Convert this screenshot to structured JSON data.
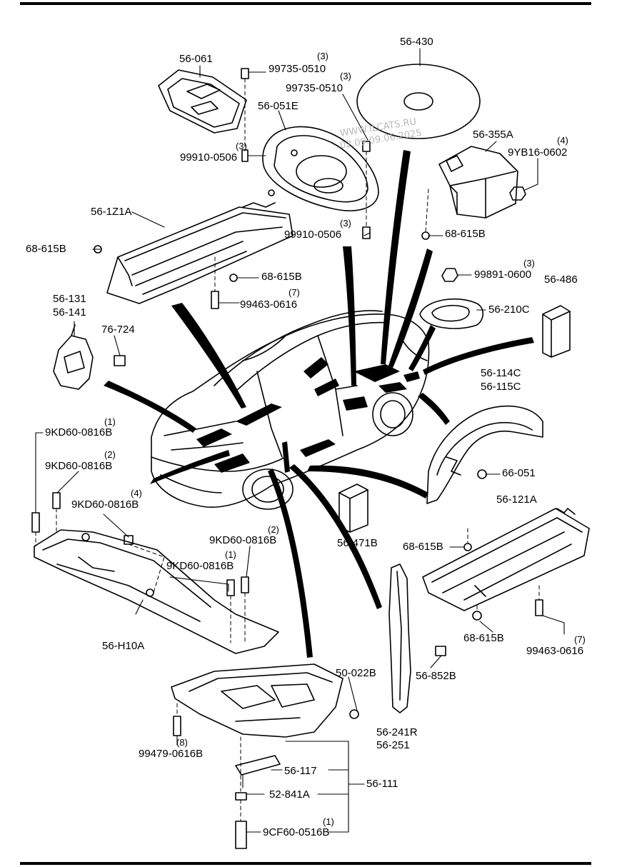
{
  "watermark": {
    "line1": "WWW.ILCATS.RU",
    "line2": "02.09.09.06.2025"
  },
  "parts": [
    {
      "id": "p1",
      "text": "56-061"
    },
    {
      "id": "p2",
      "text": "99735-0510"
    },
    {
      "id": "p3",
      "text": "99735-0510"
    },
    {
      "id": "p4",
      "text": "56-430"
    },
    {
      "id": "p5",
      "text": "56-051E"
    },
    {
      "id": "p6",
      "text": "99910-0506"
    },
    {
      "id": "p7",
      "text": "56-355A"
    },
    {
      "id": "p8",
      "text": "9YB16-0602"
    },
    {
      "id": "p9",
      "text": "56-1Z1A"
    },
    {
      "id": "p10",
      "text": "99910-0506"
    },
    {
      "id": "p11",
      "text": "68-615B"
    },
    {
      "id": "p12",
      "text": "68-615B"
    },
    {
      "id": "p13",
      "text": "68-615B"
    },
    {
      "id": "p14",
      "text": "99891-0600"
    },
    {
      "id": "p15",
      "text": "56-486"
    },
    {
      "id": "p16",
      "text": "99463-0616"
    },
    {
      "id": "p17",
      "text": "56-210C"
    },
    {
      "id": "p18",
      "text": "56-131"
    },
    {
      "id": "p19",
      "text": "56-141"
    },
    {
      "id": "p20",
      "text": "76-724"
    },
    {
      "id": "p21",
      "text": "56-114C"
    },
    {
      "id": "p22",
      "text": "56-115C"
    },
    {
      "id": "p23",
      "text": "9KD60-0816B"
    },
    {
      "id": "p24",
      "text": "9KD60-0816B"
    },
    {
      "id": "p25",
      "text": "66-051"
    },
    {
      "id": "p26",
      "text": "9KD60-0816B"
    },
    {
      "id": "p27",
      "text": "56-121A"
    },
    {
      "id": "p28",
      "text": "9KD60-0816B"
    },
    {
      "id": "p29",
      "text": "56-471B"
    },
    {
      "id": "p30",
      "text": "68-615B"
    },
    {
      "id": "p31",
      "text": "9KD60-0816B"
    },
    {
      "id": "p32",
      "text": "56-H10A"
    },
    {
      "id": "p33",
      "text": "68-615B"
    },
    {
      "id": "p34",
      "text": "99463-0616"
    },
    {
      "id": "p35",
      "text": "56-852B"
    },
    {
      "id": "p36",
      "text": "50-022B"
    },
    {
      "id": "p37",
      "text": "56-241R"
    },
    {
      "id": "p38",
      "text": "56-251"
    },
    {
      "id": "p39",
      "text": "99479-0616B"
    },
    {
      "id": "p40",
      "text": "56-117"
    },
    {
      "id": "p41",
      "text": "56-111"
    },
    {
      "id": "p42",
      "text": "52-841A"
    },
    {
      "id": "p43",
      "text": "9CF60-0516B"
    }
  ],
  "quantities": [
    {
      "id": "q1",
      "text": "(3)"
    },
    {
      "id": "q2",
      "text": "(3)"
    },
    {
      "id": "q3",
      "text": "(3)"
    },
    {
      "id": "q4",
      "text": "(4)"
    },
    {
      "id": "q5",
      "text": "(3)"
    },
    {
      "id": "q6",
      "text": "(3)"
    },
    {
      "id": "q7",
      "text": "(7)"
    },
    {
      "id": "q8",
      "text": "(1)"
    },
    {
      "id": "q9",
      "text": "(2)"
    },
    {
      "id": "q10",
      "text": "(4)"
    },
    {
      "id": "q11",
      "text": "(2)"
    },
    {
      "id": "q12",
      "text": "(1)"
    },
    {
      "id": "q13",
      "text": "(7)"
    },
    {
      "id": "q14",
      "text": "(8)"
    },
    {
      "id": "q15",
      "text": "(1)"
    }
  ]
}
